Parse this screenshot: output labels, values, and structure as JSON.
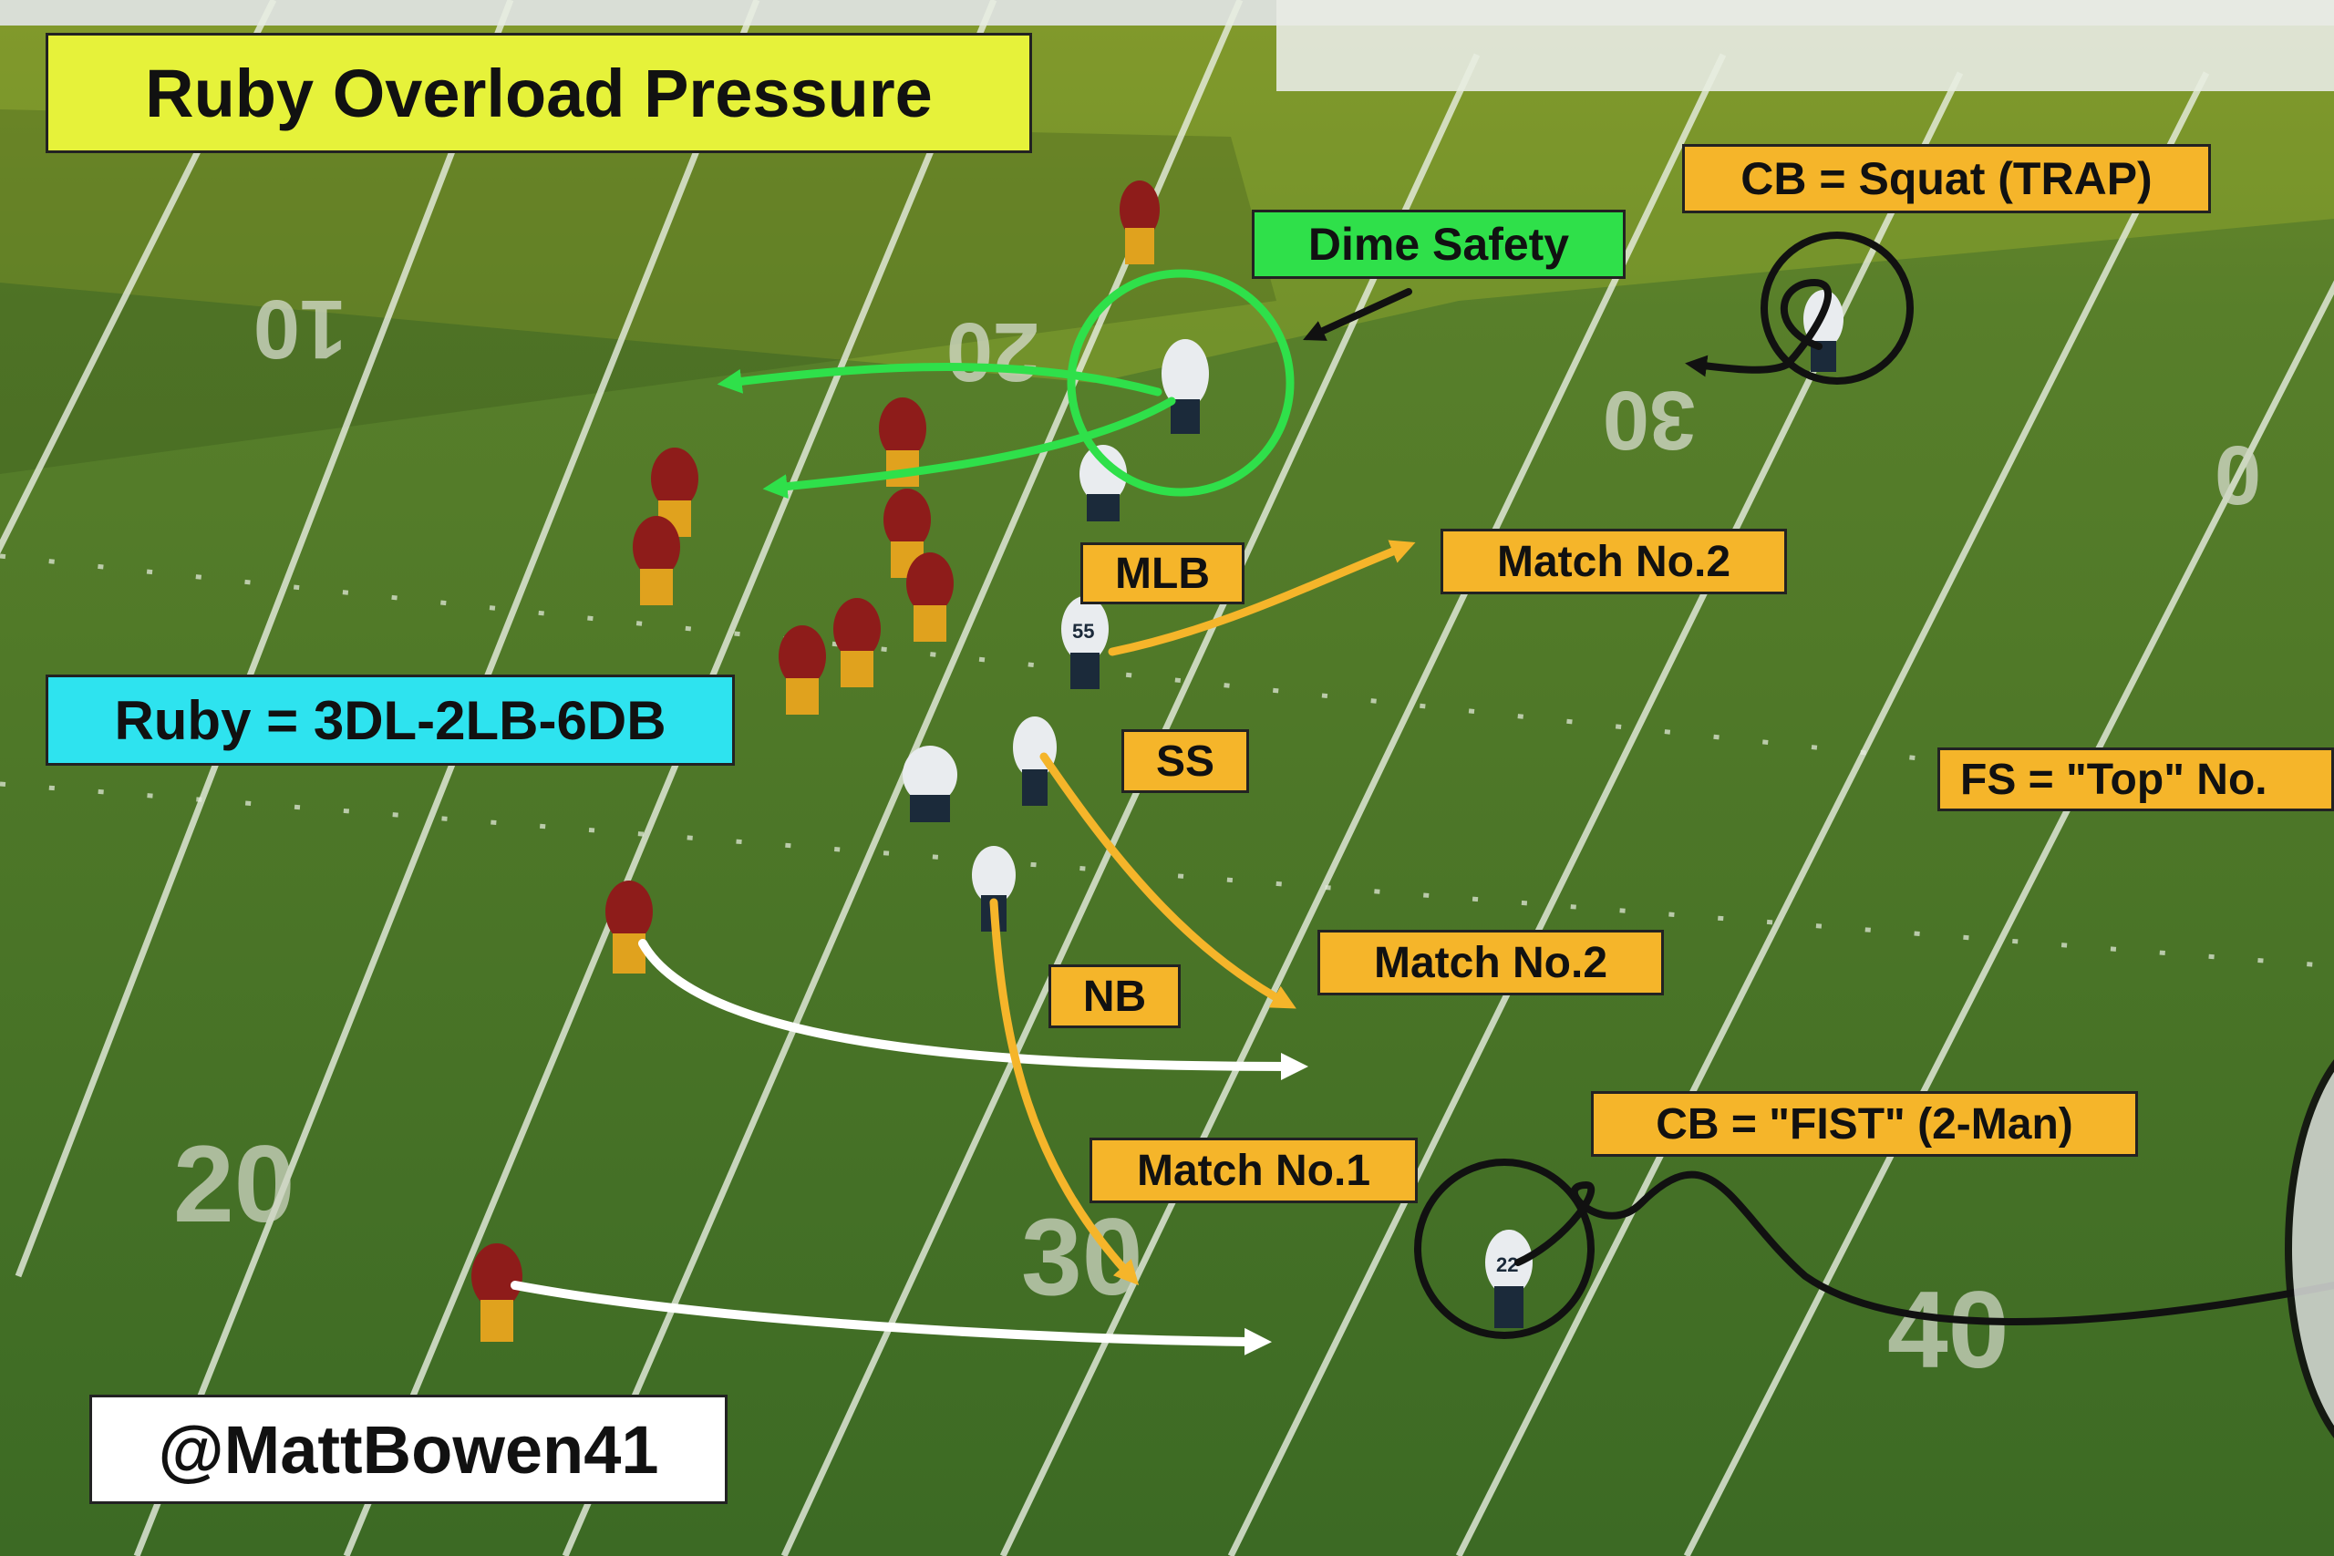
{
  "title": "Ruby Overload Pressure",
  "credit": "@MattBowen41",
  "formation": "Ruby = 3DL-2LB-6DB",
  "labels": {
    "dime_safety": "Dime Safety",
    "cb_top": "CB = Squat (TRAP)",
    "mlb": "MLB",
    "match_mlb": "Match No.2",
    "ss": "SS",
    "fs": "FS = \"Top\" No.",
    "nb": "NB",
    "match_ss": "Match No.2",
    "match_nb": "Match No.1",
    "cb_bottom": "CB = \"FIST\" (2-Man)"
  },
  "yard_numbers": {
    "top": [
      "10",
      "20",
      "30",
      "0"
    ],
    "bottom": [
      "20",
      "30",
      "40"
    ]
  },
  "jersey_numbers": {
    "mlb": "55",
    "cb": "22"
  },
  "colors": {
    "field": "#3f6a26",
    "offense": "#8e1c1a",
    "offense_accent": "#e0a21e",
    "defense": "#e9ecef",
    "defense_accent": "#1b2a3a",
    "route_white": "#ffffff",
    "route_yellow": "#f5b52a",
    "route_green": "#2fe04a",
    "route_black": "#111111"
  }
}
